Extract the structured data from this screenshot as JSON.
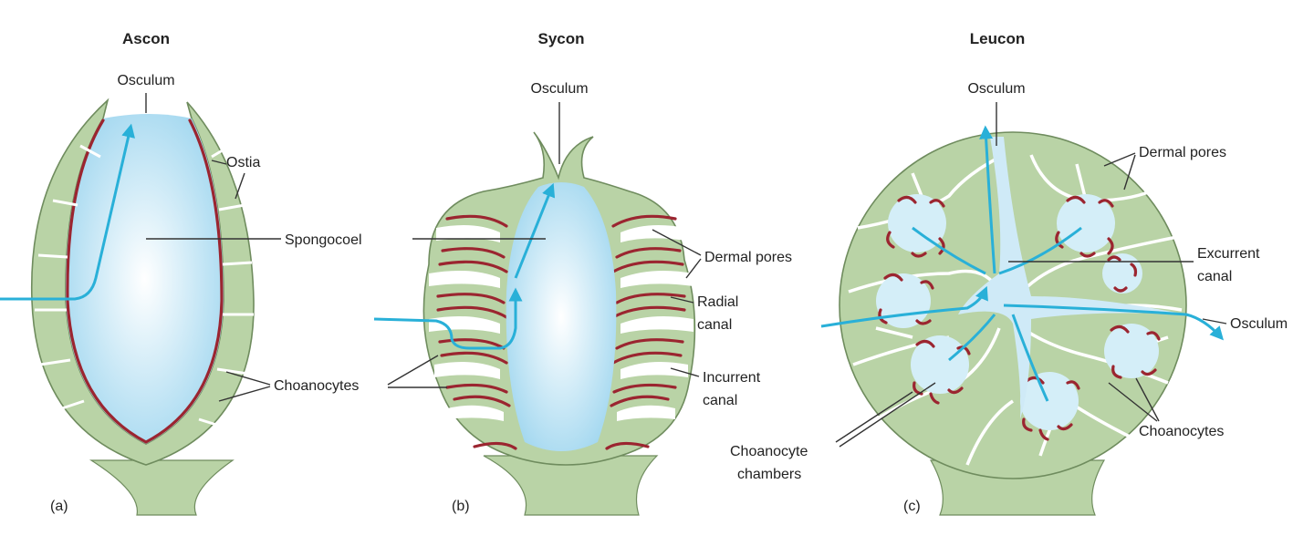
{
  "panels": [
    {
      "title": "Ascon",
      "tag": "(a)"
    },
    {
      "title": "Sycon",
      "tag": "(b)"
    },
    {
      "title": "Leucon",
      "tag": "(c)"
    }
  ],
  "ascon_labels": {
    "osculum": "Osculum",
    "ostia": "Ostia",
    "spongocoel": "Spongocoel",
    "choanocytes": "Choanocytes"
  },
  "sycon_labels": {
    "osculum": "Osculum",
    "dermal_pores": "Dermal pores",
    "radial_canal_1": "Radial",
    "radial_canal_2": "canal",
    "incurrent_canal_1": "Incurrent",
    "incurrent_canal_2": "canal"
  },
  "leucon_labels": {
    "osculum_top": "Osculum",
    "dermal_pores": "Dermal pores",
    "excurrent_canal_1": "Excurrent",
    "excurrent_canal_2": "canal",
    "osculum_side": "Osculum",
    "choanocytes": "Choanocytes",
    "choanocyte_chambers_1": "Choanocyte",
    "choanocyte_chambers_2": "chambers"
  },
  "colors": {
    "wall_green": "#b9d3a6",
    "choanocyte_red": "#9b2530",
    "water_flow_blue": "#29b0d8",
    "spongocoel_blue": "#cfeaf7"
  }
}
